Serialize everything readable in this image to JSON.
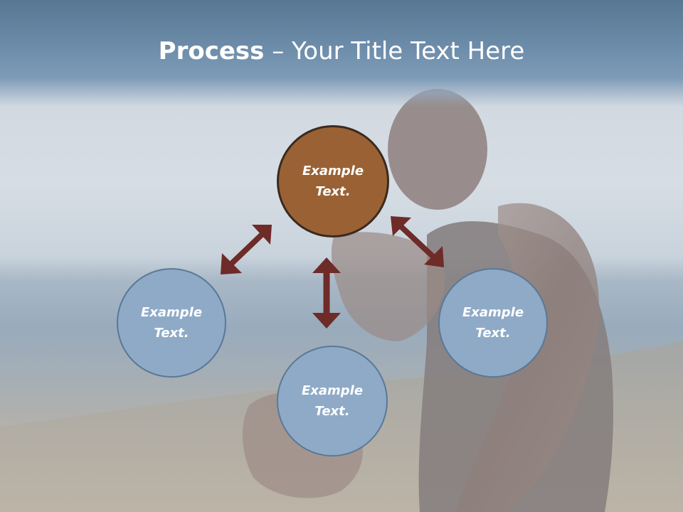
{
  "title": {
    "strong": "Process",
    "separator": " – ",
    "rest": "Your Title Text Here"
  },
  "diagram": {
    "nodes": [
      {
        "id": "top",
        "label": "Example\nText.",
        "fill": "#9a6234"
      },
      {
        "id": "left",
        "label": "Example\nText.",
        "fill": "#8eaac7"
      },
      {
        "id": "right",
        "label": "Example\nText.",
        "fill": "#8eaac7"
      },
      {
        "id": "bottom",
        "label": "Example\nText.",
        "fill": "#8eaac7"
      }
    ],
    "arrow_color": "#6e2b28"
  },
  "background": {
    "subject": "boxer-photo"
  }
}
